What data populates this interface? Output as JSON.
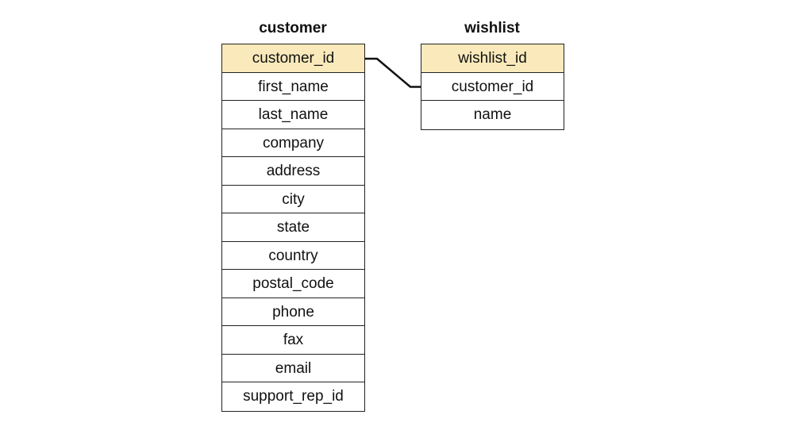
{
  "tables": {
    "customer": {
      "title": "customer",
      "fields": [
        "customer_id",
        "first_name",
        "last_name",
        "company",
        "address",
        "city",
        "state",
        "country",
        "postal_code",
        "phone",
        "fax",
        "email",
        "support_rep_id"
      ],
      "primary_key": "customer_id"
    },
    "wishlist": {
      "title": "wishlist",
      "fields": [
        "wishlist_id",
        "customer_id",
        "name"
      ],
      "primary_key": "wishlist_id"
    }
  },
  "relationships": [
    {
      "from_table": "customer",
      "from_field": "customer_id",
      "to_table": "wishlist",
      "to_field": "customer_id"
    }
  ],
  "colors": {
    "primary_key_fill": "#faeabb",
    "border": "#222222",
    "connector": "#111111"
  }
}
